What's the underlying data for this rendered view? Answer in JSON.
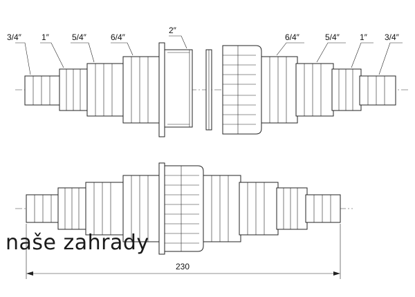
{
  "top_left_labels": [
    "3/4″",
    "1″",
    "5/4″",
    "6/4″"
  ],
  "top_center_label": "2″",
  "top_right_labels": [
    "6/4″",
    "5/4″",
    "1″",
    "3/4″"
  ],
  "dimension": "230",
  "watermark": "naše zahrady"
}
